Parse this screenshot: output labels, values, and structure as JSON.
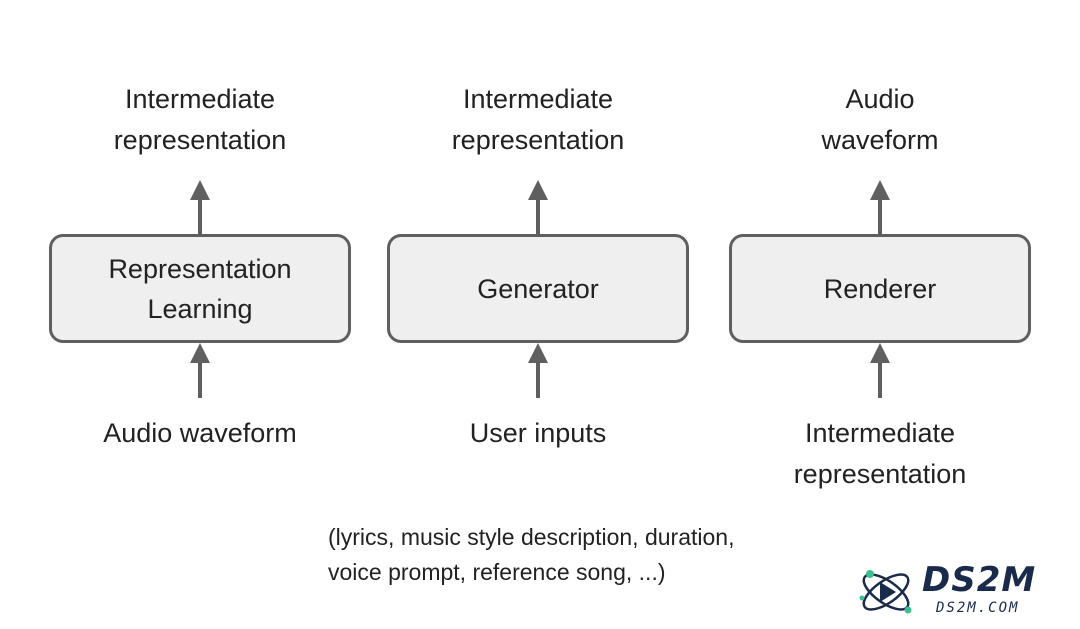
{
  "blocks": [
    {
      "output_label": [
        "Intermediate",
        "representation"
      ],
      "box_label": [
        "Representation",
        "Learning"
      ],
      "input_label": [
        "Audio waveform"
      ]
    },
    {
      "output_label": [
        "Intermediate",
        "representation"
      ],
      "box_label": [
        "Generator"
      ],
      "input_label": [
        "User inputs"
      ]
    },
    {
      "output_label": [
        "Audio",
        "waveform"
      ],
      "box_label": [
        "Renderer"
      ],
      "input_label": [
        "Intermediate",
        "representation"
      ]
    }
  ],
  "note": [
    "(lyrics, music style description, duration,",
    "voice prompt, reference song, ...)"
  ],
  "watermark": {
    "name": "DS2M",
    "url": "DS2M.COM"
  },
  "colors": {
    "box_fill": "#efefef",
    "box_border": "#5f5f5f",
    "arrow": "#5f5f5f",
    "text": "#222222",
    "logo": "#1a2a4a"
  },
  "icons": {
    "arrow": "arrow-up-icon",
    "logo": "ds2m-logo-icon"
  }
}
